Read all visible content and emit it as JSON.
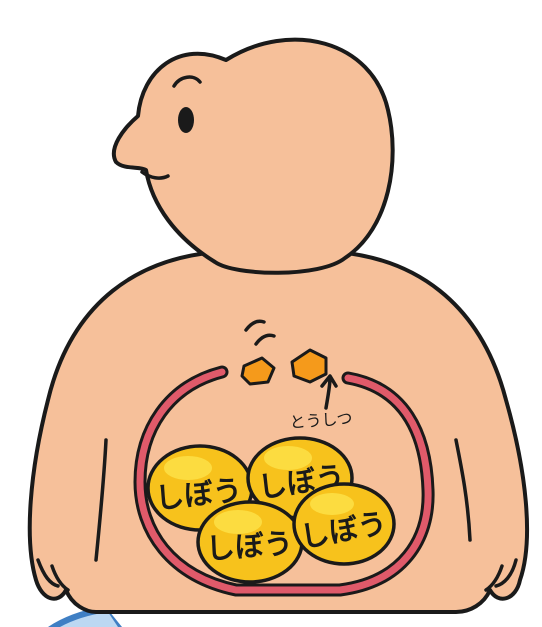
{
  "colors": {
    "skin": "#f6c09a",
    "outline": "#1a1a1a",
    "stomach_wall": "#e05a6a",
    "fat": "#f7c21c",
    "sugar": "#f59a1b",
    "corner_accent": "#3f7fc4"
  },
  "icons": [
    "person-figure",
    "stomach-outline",
    "sugar-piece",
    "fat-blob",
    "motion-lines",
    "pointer-arrow"
  ],
  "labels": {
    "sugar": "とうしつ",
    "fat_1": "しぼう",
    "fat_2": "しぼう",
    "fat_3": "しぼう",
    "fat_4": "しぼう"
  }
}
